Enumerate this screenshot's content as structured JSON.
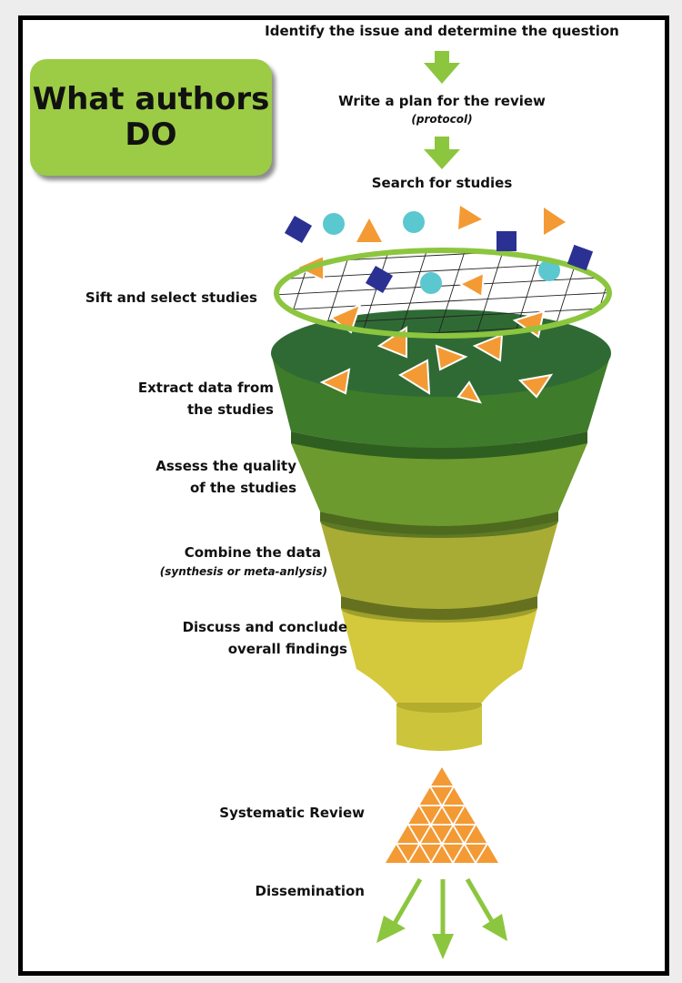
{
  "title": {
    "line1": "What authors",
    "line2": "DO"
  },
  "steps": {
    "identify": "Identify the issue and determine the question",
    "plan": "Write a plan for the review",
    "plan_sub": "(protocol)",
    "search": "Search for studies",
    "sift": "Sift and select studies",
    "extract_1": "Extract data from",
    "extract_2": "the studies",
    "assess_1": "Assess the quality",
    "assess_2": "of the studies",
    "combine": "Combine the data",
    "combine_sub": "(synthesis or meta-anlysis)",
    "discuss_1": "Discuss and conclude",
    "discuss_2": "overall findings",
    "review": "Systematic Review",
    "dissemination": "Dissemination"
  },
  "colors": {
    "arrow": "#8cc63f",
    "title_bg": "#9ccc45",
    "square": "#2b3192",
    "circle": "#5bc8d0",
    "triangle": "#f39a35",
    "ring": "#8cc63f"
  }
}
